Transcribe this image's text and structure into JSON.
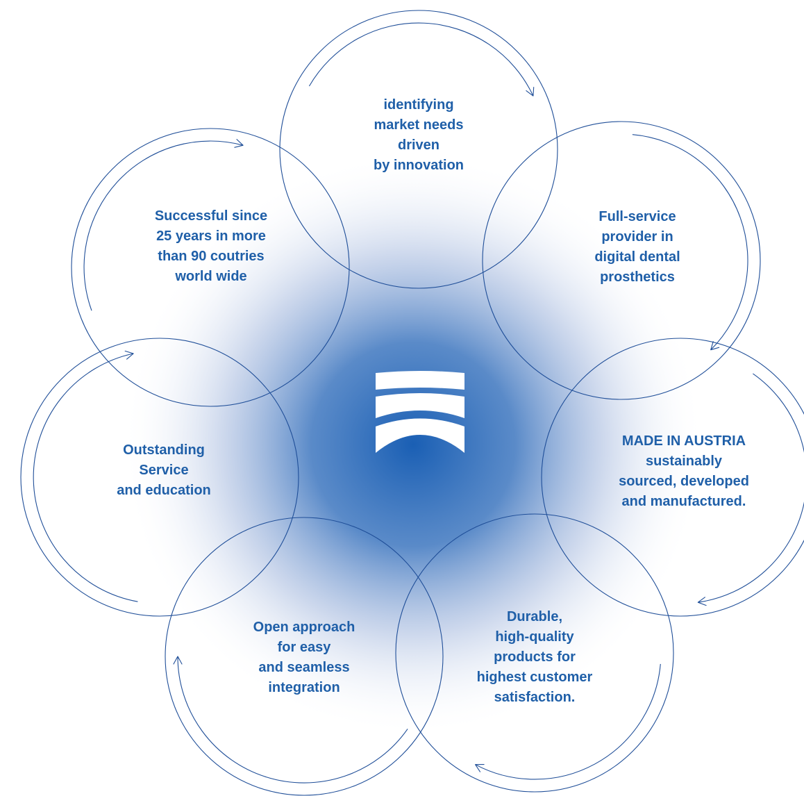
{
  "diagram": {
    "colors": {
      "stroke": "#1f4e98",
      "text": "#1f5fa8",
      "glow_center": "#1a5fb4",
      "background": "#ffffff"
    },
    "center_logo": "three-arc-brand-mark",
    "segments": [
      {
        "lines": [
          "identifying",
          "market needs",
          "driven",
          "by innovation"
        ]
      },
      {
        "lines": [
          "Full-service",
          "provider in",
          "digital dental",
          "prosthetics"
        ]
      },
      {
        "lines": [
          "MADE IN AUSTRIA",
          "sustainably",
          "sourced, developed",
          "and manufactured."
        ]
      },
      {
        "lines": [
          "Durable,",
          "high-quality",
          "products for",
          "highest customer",
          "satisfaction."
        ]
      },
      {
        "lines": [
          "Open approach",
          "for easy",
          "and seamless",
          "integration"
        ]
      },
      {
        "lines": [
          "Outstanding",
          "Service",
          "and education"
        ]
      },
      {
        "lines": [
          "Successful since",
          "25 years in more",
          "than 90 coutries",
          "world wide"
        ]
      }
    ]
  }
}
